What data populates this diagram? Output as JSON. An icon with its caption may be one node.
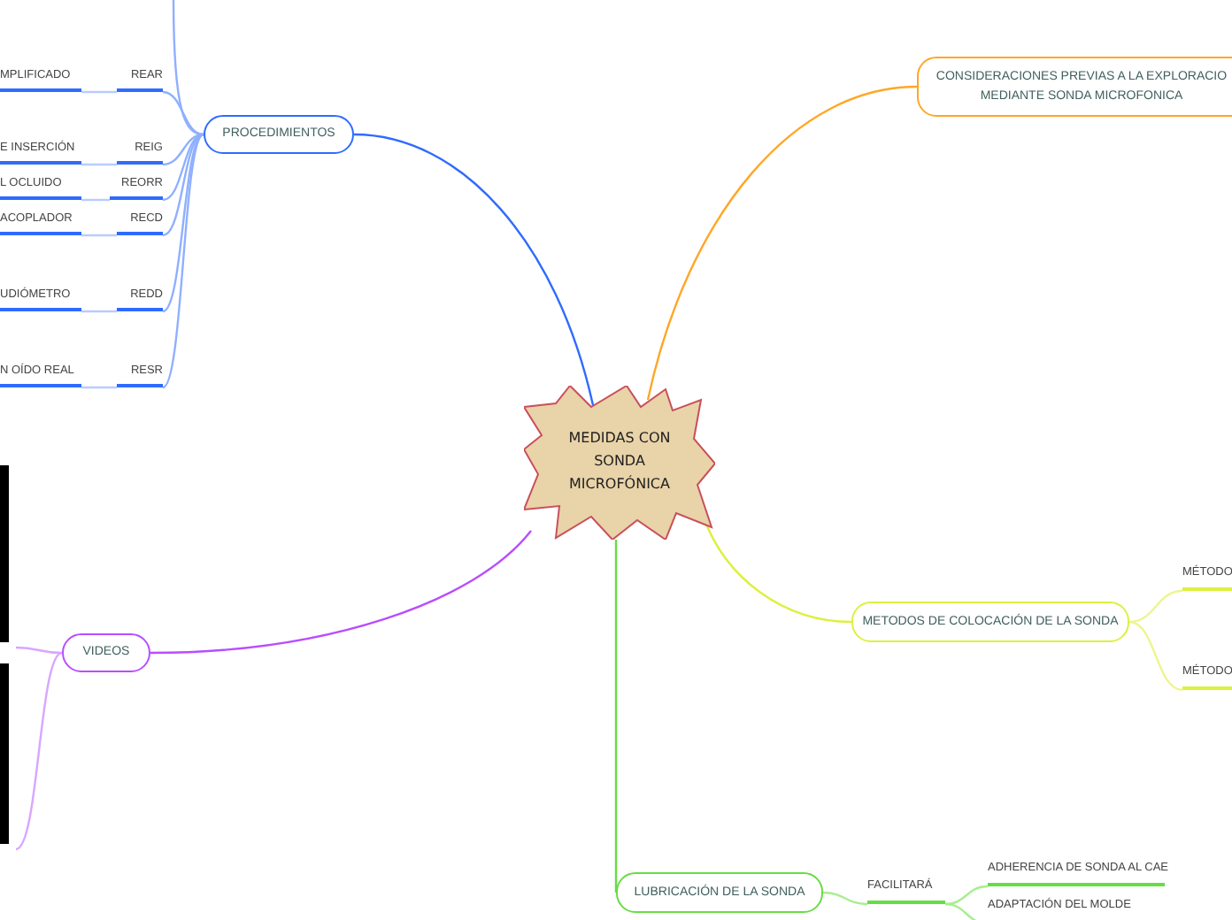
{
  "diagram": {
    "nodes": [
      {
        "text": [
          "MEDIDAS CON SONDA MICROFÓNICA"
        ]
      },
      {
        "text": [
          "PROCEDIMIENTOS"
        ]
      },
      {
        "text": [
          "REAR"
        ]
      },
      {
        "text": [
          "MPLIFICADO"
        ]
      },
      {
        "text": [
          "REIG"
        ]
      },
      {
        "text": [
          "E INSERCIÓN"
        ]
      },
      {
        "text": [
          "REORR"
        ]
      },
      {
        "text": [
          "L OCLUIDO"
        ]
      },
      {
        "text": [
          "RECD"
        ]
      },
      {
        "text": [
          "ACOPLADOR"
        ]
      },
      {
        "text": [
          "REDD"
        ]
      },
      {
        "text": [
          "UDIÓMETRO"
        ]
      },
      {
        "text": [
          "RESR"
        ]
      },
      {
        "text": [
          "N OÍDO REAL"
        ]
      },
      {
        "text": [
          "CONSIDERACIONES PREVIAS A LA EXPLORACIO MEDIANTE SONDA MICROFONICA"
        ]
      },
      {
        "text": [
          "VIDEOS"
        ]
      },
      {
        "text": [],
        "shape": "box"
      },
      {
        "text": [],
        "shape": "box"
      },
      {
        "text": [
          "METODOS DE COLOCACIÓN DE LA SONDA"
        ]
      },
      {
        "text": [
          "MÉTODO"
        ]
      },
      {
        "text": [
          "MÉTODO"
        ]
      },
      {
        "text": [
          "LUBRICACIÓN DE LA SONDA"
        ]
      },
      {
        "text": [
          "FACILITARÁ"
        ]
      },
      {
        "text": [
          "ADHERENCIA DE SONDA AL CAE"
        ]
      },
      {
        "text": [
          "ADAPTACIÓN DEL MOLDE"
        ]
      }
    ],
    "edges": [
      {
        "from": 0,
        "to": 1,
        "arrow": "none",
        "color": "#2f6bff"
      },
      {
        "from": 1,
        "to": null,
        "arrow": "none",
        "color": "#8fb0ff"
      },
      {
        "from": 1,
        "to": 2,
        "arrow": "none",
        "color": "#8fb0ff"
      },
      {
        "from": 2,
        "to": 3,
        "arrow": "none",
        "color": "#b8ccff"
      },
      {
        "from": 1,
        "to": 4,
        "arrow": "none",
        "color": "#8fb0ff"
      },
      {
        "from": 4,
        "to": 5,
        "arrow": "none",
        "color": "#b8ccff"
      },
      {
        "from": 1,
        "to": 6,
        "arrow": "none",
        "color": "#8fb0ff"
      },
      {
        "from": 6,
        "to": 7,
        "arrow": "none",
        "color": "#b8ccff"
      },
      {
        "from": 1,
        "to": 8,
        "arrow": "none",
        "color": "#8fb0ff"
      },
      {
        "from": 8,
        "to": 9,
        "arrow": "none",
        "color": "#b8ccff"
      },
      {
        "from": 1,
        "to": 10,
        "arrow": "none",
        "color": "#8fb0ff"
      },
      {
        "from": 10,
        "to": 11,
        "arrow": "none",
        "color": "#b8ccff"
      },
      {
        "from": 1,
        "to": 12,
        "arrow": "none",
        "color": "#8fb0ff"
      },
      {
        "from": 12,
        "to": 13,
        "arrow": "none",
        "color": "#b8ccff"
      },
      {
        "from": 0,
        "to": 14,
        "arrow": "none",
        "color": "#ffa726"
      },
      {
        "from": 0,
        "to": 15,
        "arrow": "none",
        "color": "#b84dff"
      },
      {
        "from": 15,
        "to": 16,
        "arrow": "none",
        "color": "#d9a6ff"
      },
      {
        "from": 15,
        "to": 17,
        "arrow": "none",
        "color": "#d9a6ff"
      },
      {
        "from": 0,
        "to": 18,
        "arrow": "none",
        "color": "#ddf040"
      },
      {
        "from": 18,
        "to": 19,
        "arrow": "none",
        "color": "#eef590"
      },
      {
        "from": 18,
        "to": 20,
        "arrow": "none",
        "color": "#eef590"
      },
      {
        "from": 0,
        "to": 21,
        "arrow": "none",
        "color": "#66dd44"
      },
      {
        "from": 21,
        "to": 22,
        "arrow": "none",
        "color": "#a6ee90"
      },
      {
        "from": 22,
        "to": 23,
        "arrow": "none",
        "color": "#a6ee90"
      },
      {
        "from": 22,
        "to": 24,
        "arrow": "none",
        "color": "#a6ee90"
      }
    ]
  }
}
